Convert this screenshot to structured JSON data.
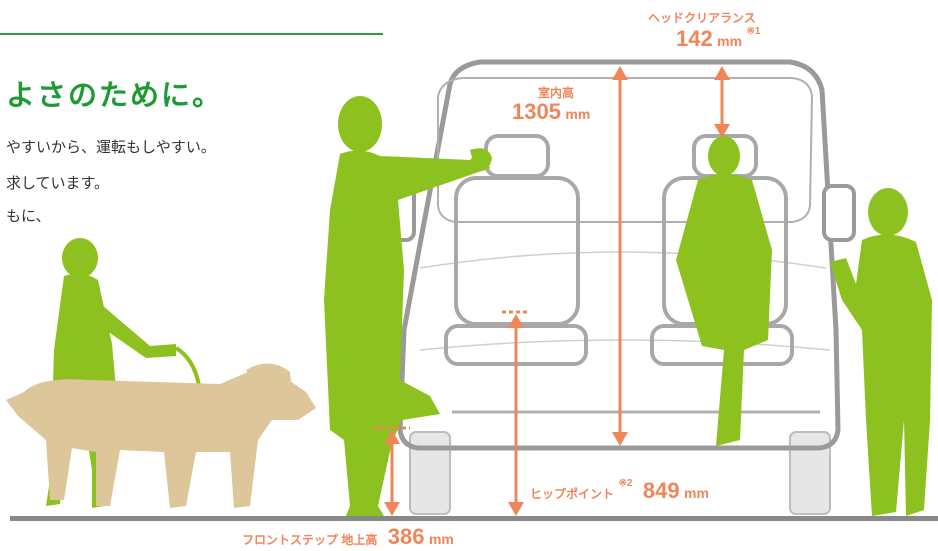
{
  "headline": "よさのために。",
  "body_lines": [
    "やすいから、運転もしやすい。",
    "求しています。",
    "もに、"
  ],
  "head_clearance": {
    "label": "ヘッドクリアランス",
    "value": "142",
    "unit": "mm",
    "note": "※1"
  },
  "interior_height": {
    "label": "室内高",
    "value": "1305",
    "unit": "mm"
  },
  "hip_point": {
    "label": "ヒップポイント",
    "note": "※2",
    "value": "849",
    "unit": "mm"
  },
  "front_step": {
    "label": "フロントステップ 地上高",
    "value": "386",
    "unit": "mm"
  },
  "colors": {
    "accent_green": "#8cc11f",
    "headline_green": "#1d9b33",
    "dimension_orange": "#f0855a",
    "dog_tan": "#dcc69a",
    "vehicle_outline": "#9a9a9a"
  }
}
